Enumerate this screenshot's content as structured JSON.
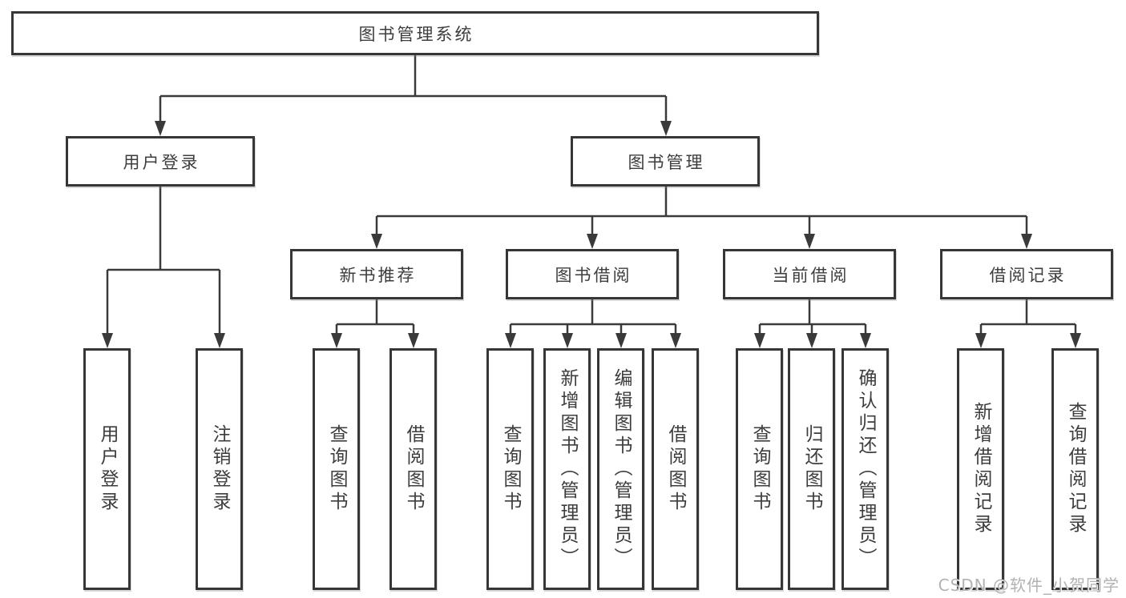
{
  "root": {
    "label": "图书管理系统"
  },
  "branches": {
    "user_login": {
      "label": "用户登录",
      "children": [
        {
          "label": "用户登录"
        },
        {
          "label": "注销登录"
        }
      ]
    },
    "book_management": {
      "label": "图书管理",
      "sections": [
        {
          "label": "新书推荐",
          "children": [
            {
              "label": "查询图书"
            },
            {
              "label": "借阅图书"
            }
          ]
        },
        {
          "label": "图书借阅",
          "children": [
            {
              "label": "查询图书"
            },
            {
              "label": "新增图书（管理员）"
            },
            {
              "label": "编辑图书（管理员）"
            },
            {
              "label": "借阅图书"
            }
          ]
        },
        {
          "label": "当前借阅",
          "children": [
            {
              "label": "查询图书"
            },
            {
              "label": "归还图书"
            },
            {
              "label": "确认归还（管理员）"
            }
          ]
        },
        {
          "label": "借阅记录",
          "children": [
            {
              "label": "新增借阅记录"
            },
            {
              "label": "查询借阅记录"
            }
          ]
        }
      ]
    }
  },
  "watermark": "CSDN @软件_小贺同学",
  "colors": {
    "line": "#3a3a3a",
    "border": "#363636",
    "text": "#3d3d3d",
    "watermark": "#b2b2b2",
    "background": "#ffffff"
  }
}
